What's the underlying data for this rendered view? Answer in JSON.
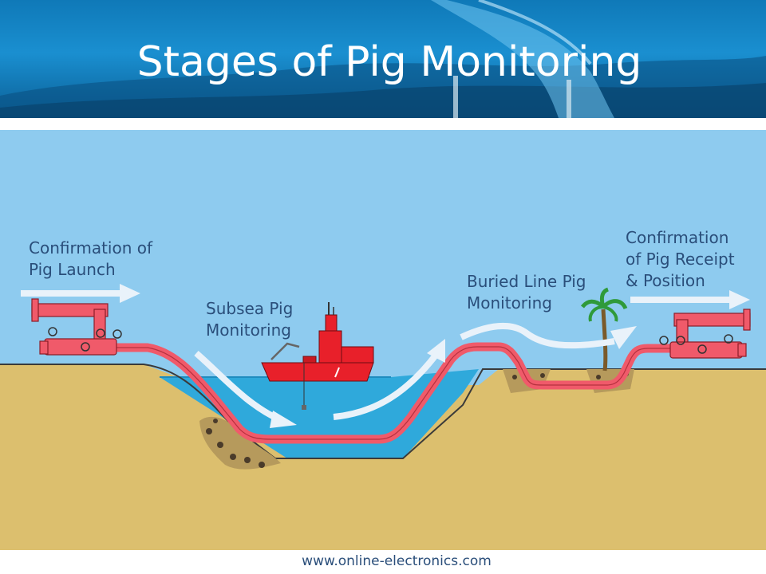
{
  "title": "Stages of Pig Monitoring",
  "stages": {
    "launch": "Confirmation of\nPig Launch",
    "subsea": "Subsea Pig\nMonitoring",
    "buried": "Buried Line Pig\nMonitoring",
    "receipt": "Confirmation\nof Pig Receipt\n& Position"
  },
  "footer": "www.online-electronics.com",
  "colors": {
    "header_blue": "#1a8fd0",
    "sky": "#8ecbef",
    "sand": "#dcbf6e",
    "water": "#2fa9db",
    "pipeline": "#f05a6a",
    "ship": "#e8202a",
    "text": "#2a4e7a"
  }
}
